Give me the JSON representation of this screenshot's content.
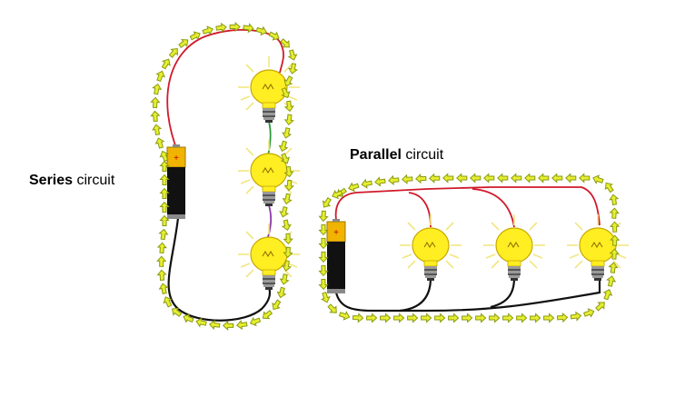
{
  "series_label": {
    "bold": "Series",
    "rest": " circuit"
  },
  "parallel_label": {
    "bold": "Parallel",
    "rest": " circuit"
  },
  "battery": {
    "terminal_symbol": "+"
  },
  "colors": {
    "wire_positive": "#d01a2a",
    "wire_negative": "#111111",
    "wire_green": "#2a9a3a",
    "wire_purple": "#8a3aa8",
    "battery_body": "#111111",
    "battery_cap": "#f0b400",
    "bulb_glass": "#ffee22",
    "bulb_outline": "#c8a800",
    "bulb_rays": "#f2e680",
    "bulb_base": "#9a9a9a",
    "arrow_fill": "#e6ee30",
    "arrow_stroke": "#8a9a10"
  }
}
